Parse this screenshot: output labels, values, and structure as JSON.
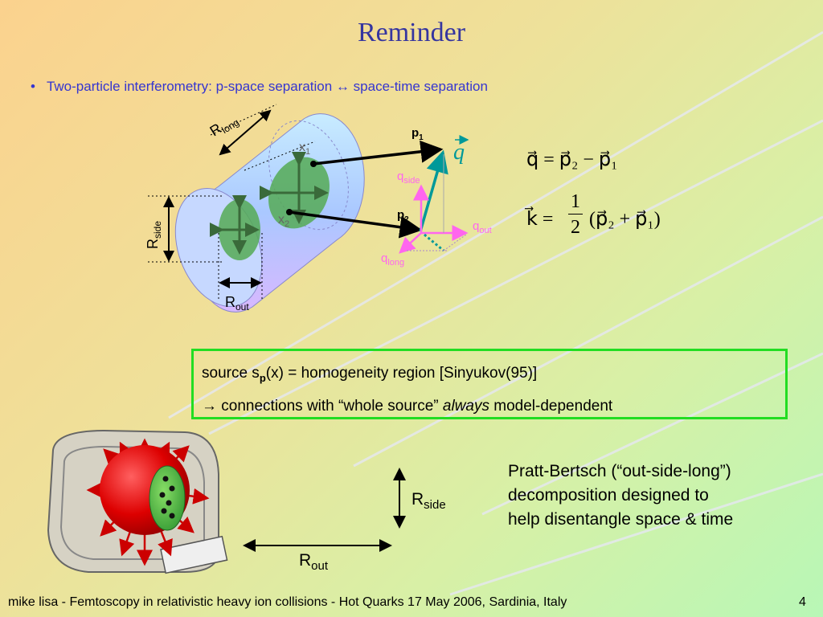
{
  "slide": {
    "title": "Reminder",
    "bullet": "Two-particle interferometry: p-space separation ↔ space-time separation",
    "bullet_marker": "•"
  },
  "diagram": {
    "r_long_main": "R",
    "r_long_sub": "long",
    "r_side_main": "R",
    "r_side_sub": "side",
    "r_out_main": "R",
    "r_out_sub": "out",
    "x1_main": "x",
    "x1_sub": "1",
    "x2_main": "x",
    "x2_sub": "2",
    "p1_main": "p",
    "p1_sub": "1",
    "p2_main": "p",
    "p2_sub": "2",
    "q_vec": "q",
    "q_side_main": "q",
    "q_side_sub": "side",
    "q_out_main": "q",
    "q_out_sub": "out",
    "q_long_main": "q",
    "q_long_sub": "long"
  },
  "equations": {
    "q_eq": "q⃗ = p⃗₂ − p⃗₁",
    "k_lhs": "k⃗ =",
    "k_num": "1",
    "k_den": "2",
    "k_rhs": "(p⃗₂ + p⃗₁)"
  },
  "box": {
    "line1_a": "source s",
    "line1_sub": "p",
    "line1_b": "(x)   = homogeneity region  [Sinyukov(95)]",
    "line2_a": "→ connections with “whole source” ",
    "line2_italic": "always",
    "line2_b": " model-dependent"
  },
  "pratt": {
    "line1": "Pratt-Bertsch (“out-side-long”)",
    "line2": "decomposition designed to",
    "line3": "help disentangle space & time"
  },
  "bottom_labels": {
    "rside_main": "R",
    "rside_sub": "side",
    "rout_main": "R",
    "rout_sub": "out"
  },
  "footer": {
    "text": "mike lisa - Femtoscopy in relativistic heavy ion collisions - Hot Quarks 17 May 2006, Sardinia, Italy",
    "page": "4"
  },
  "colors": {
    "title": "#3535a0",
    "bullet": "#3535d0",
    "box_border": "#22dd22",
    "pink": "#ff66ee",
    "teal": "#009999",
    "ellipse_green": "#55aa55"
  }
}
